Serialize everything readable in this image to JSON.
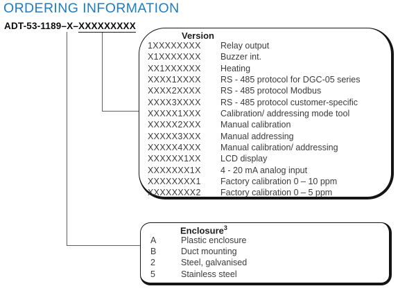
{
  "page": {
    "title": "ORDERING INFORMATION",
    "title_color": "#1e7cc1"
  },
  "part_number": {
    "full": "ADT-53-1189–X–XXXXXXXXX",
    "prefix": "ADT-53-1189–X–",
    "underlined": "XXXXXXXXX"
  },
  "version_box": {
    "title": "Version",
    "rows": [
      {
        "code": "1XXXXXXXX",
        "label": "Relay output"
      },
      {
        "code": "X1XXXXXXX",
        "label": "Buzzer int."
      },
      {
        "code": "XX1XXXXXX",
        "label": "Heating"
      },
      {
        "code": "XXXX1XXXX",
        "label": "RS - 485 protocol for DGC-05 series"
      },
      {
        "code": "XXXX2XXXX",
        "label": "RS - 485 protocol Modbus"
      },
      {
        "code": "XXXX3XXXX",
        "label": "RS - 485 protocol customer-specific"
      },
      {
        "code": "XXXXX1XXX",
        "label": "Calibration/ addressing mode tool"
      },
      {
        "code": "XXXXX2XXX",
        "label": "Manual calibration"
      },
      {
        "code": "XXXXX3XXX",
        "label": "Manual addressing"
      },
      {
        "code": "XXXXX4XXX",
        "label": "Manual calibration/ addressing"
      },
      {
        "code": "XXXXXX1XX",
        "label": "LCD display"
      },
      {
        "code": "XXXXXXX1X",
        "label": "4 - 20 mA analog input"
      },
      {
        "code": "XXXXXXXX1",
        "label": "Factory calibration 0 – 10 ppm"
      },
      {
        "code": "XXXXXXXX2",
        "label": "Factory calibration 0 – 5 ppm"
      }
    ]
  },
  "enclosure_box": {
    "title": "Enclosure",
    "superscript": "3",
    "rows": [
      {
        "code": "A",
        "label": "Plastic enclosure"
      },
      {
        "code": "B",
        "label": "Duct mounting"
      },
      {
        "code": "2",
        "label": "Steel, galvanised"
      },
      {
        "code": "5",
        "label": "Stainless steel"
      }
    ]
  }
}
